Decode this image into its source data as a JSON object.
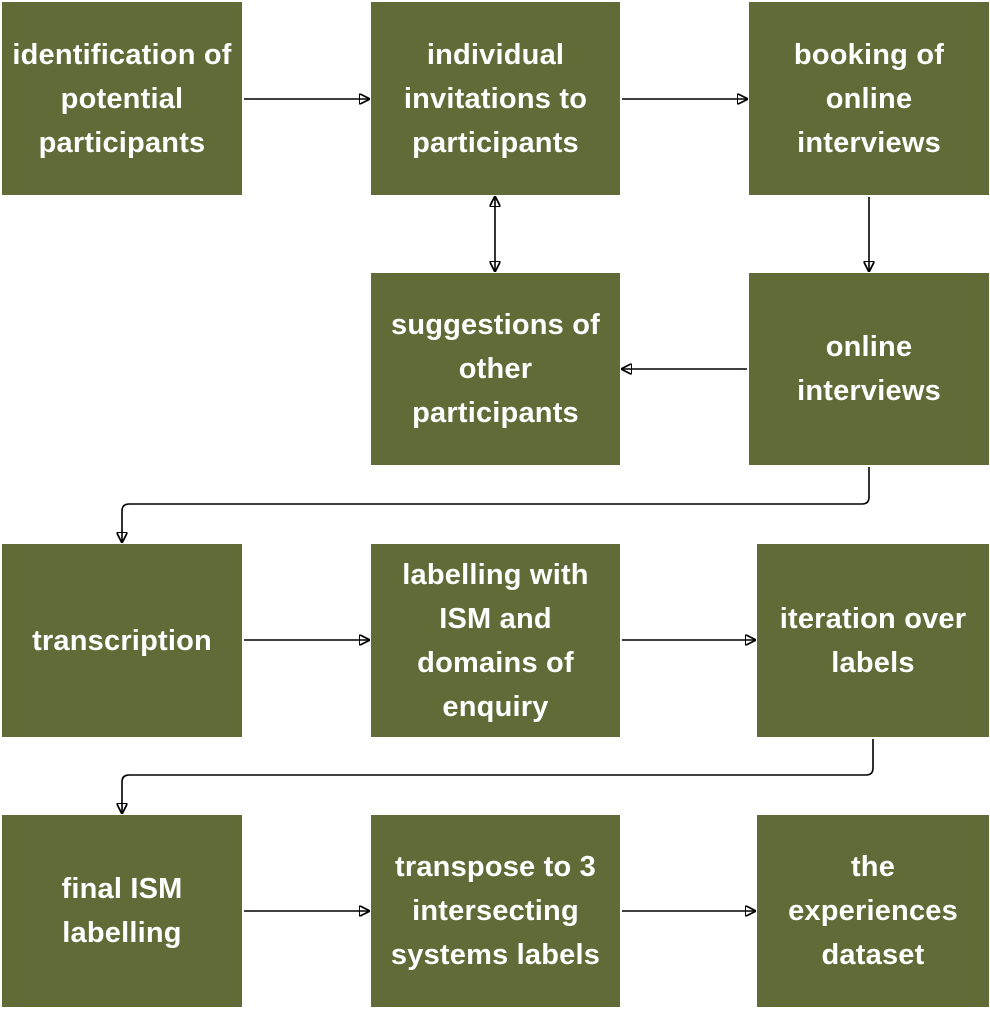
{
  "nodes": {
    "identification": "identification of potential participants",
    "invitations": "individual invitations to participants",
    "booking": "booking of online interviews",
    "suggestions": "suggestions of other participants",
    "interviews": "online interviews",
    "transcription": "transcription",
    "labelling": "labelling with ISM and domains of enquiry",
    "iteration": "iteration over labels",
    "final": "final ISM labelling",
    "transpose": "transpose to 3 intersecting systems labels",
    "dataset": "the experiences dataset"
  },
  "colors": {
    "box_fill": "#606b37",
    "box_text": "#ffffff",
    "arrow": "#000000"
  }
}
